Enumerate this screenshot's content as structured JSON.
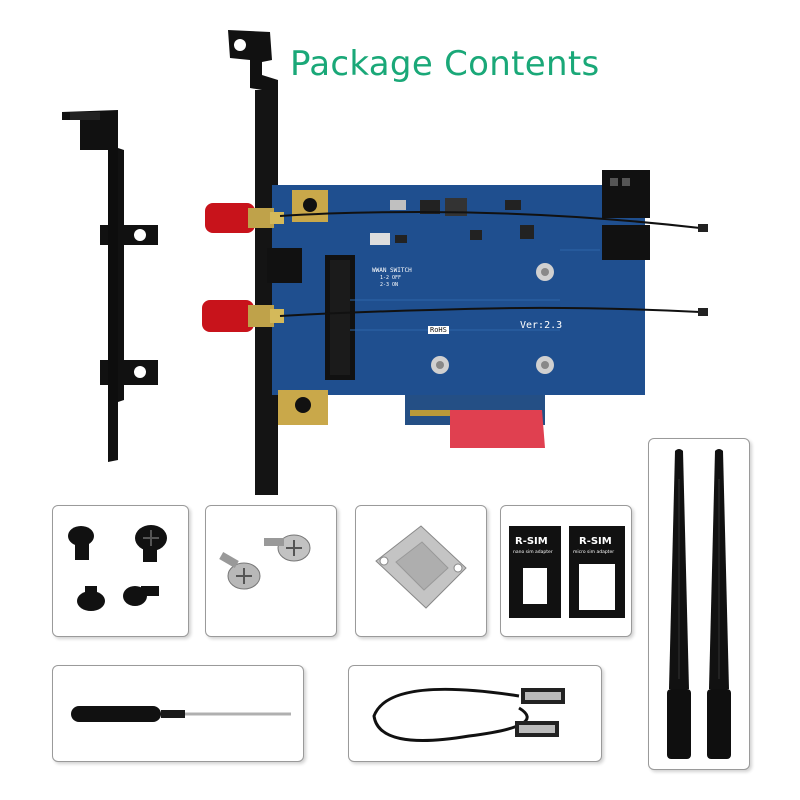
{
  "title": "Package Contents",
  "pcb": {
    "version": "Ver:2.3",
    "switch_label": "WWAN SWITCH",
    "switch_line1": "1-2 OFF",
    "switch_line2": "2-3 ON",
    "rohs": "RoHS"
  },
  "sim_cards": [
    {
      "label": "R-SIM",
      "sub": "nano sim adapter"
    },
    {
      "label": "R-SIM",
      "sub": "micro sim adapter"
    }
  ],
  "colors": {
    "title": "#1aa878",
    "pcb": "#1f4f8f",
    "sma": "#c8131b",
    "bracket": "#111111",
    "pcie_cover": "#e04050"
  }
}
